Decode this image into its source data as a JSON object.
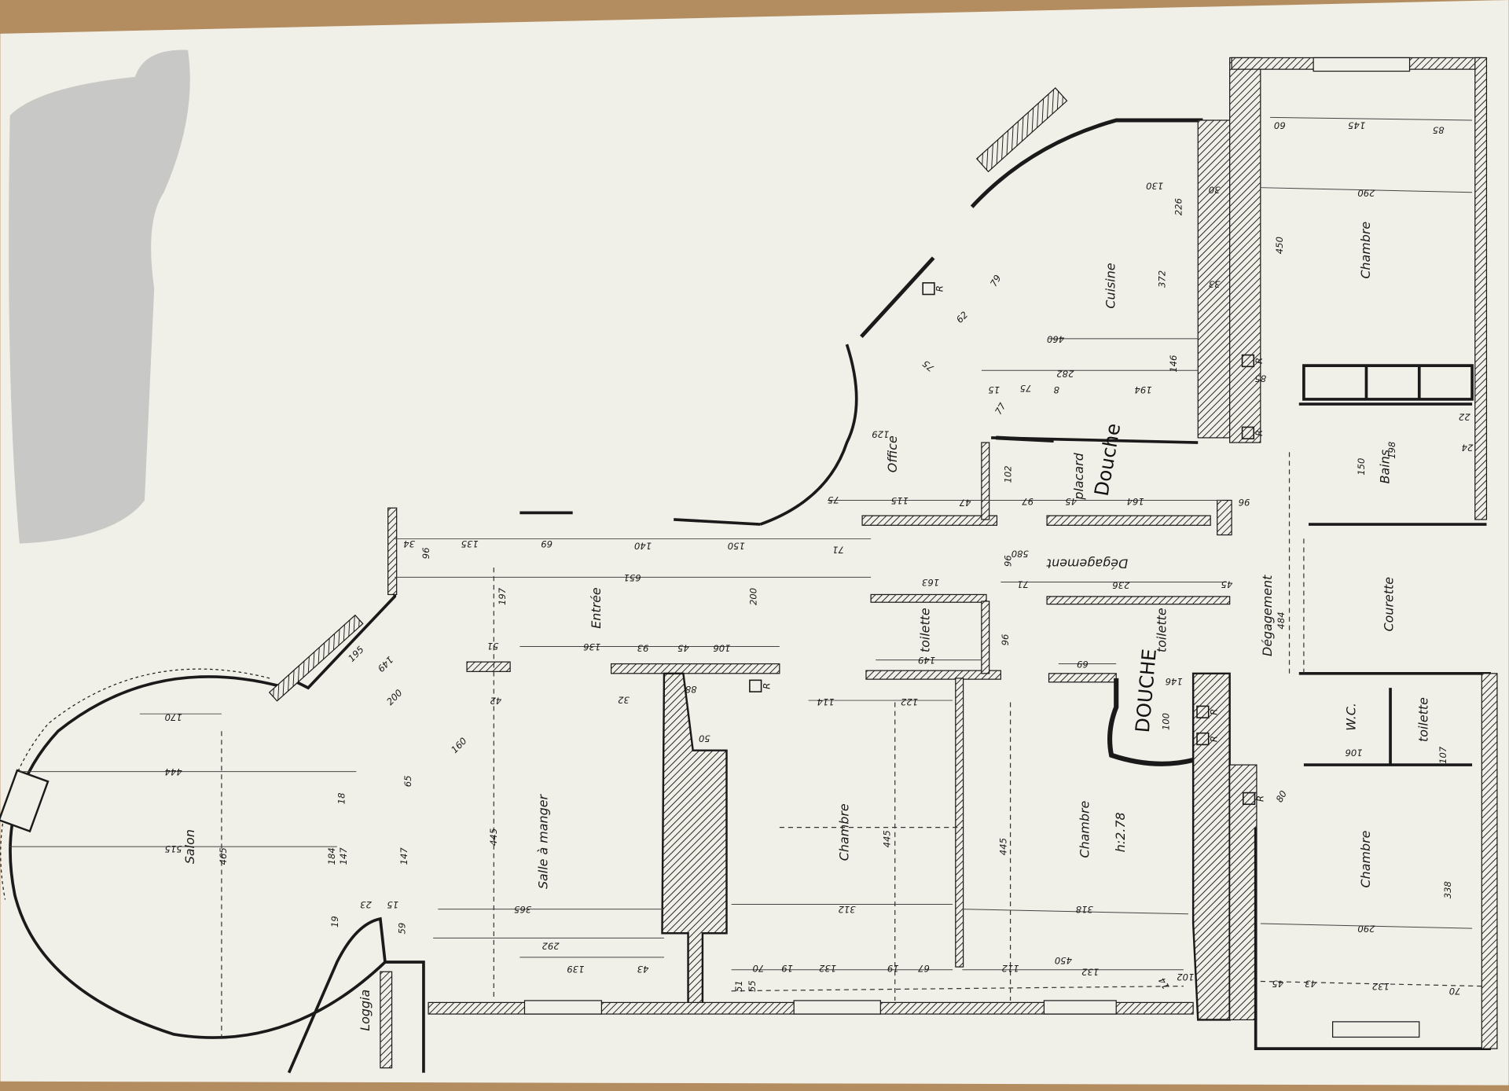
{
  "plan": {
    "rooms": [
      "Salon",
      "Loggia",
      "Salle à manger",
      "Entrée",
      "Office",
      "Cuisine",
      "Chambre",
      "Bains",
      "Courette",
      "Dégagement",
      "W.C.",
      "toilette",
      "Chambre",
      "Chambre",
      "Chambre",
      "toilette",
      "toilette",
      "placard",
      "Dégagement",
      "h:2.78"
    ],
    "handwritten": [
      "Douche",
      "DOUCHE"
    ],
    "dimensions": [
      "60",
      "145",
      "85",
      "290",
      "450",
      "30",
      "130",
      "226",
      "372",
      "33",
      "460",
      "282",
      "146",
      "194",
      "15",
      "8",
      "75",
      "77",
      "75",
      "62",
      "79",
      "129",
      "102",
      "75",
      "115",
      "47",
      "97",
      "45",
      "164",
      "96",
      "22",
      "24",
      "198",
      "150",
      "85",
      "34",
      "96",
      "135",
      "69",
      "140",
      "150",
      "71",
      "651",
      "580",
      "96",
      "163",
      "71",
      "236",
      "45",
      "197",
      "200",
      "195",
      "149",
      "200",
      "51",
      "136",
      "93",
      "45",
      "106",
      "96",
      "149",
      "69",
      "146",
      "484",
      "170",
      "42",
      "32",
      "88",
      "114",
      "122",
      "50",
      "106",
      "107",
      "100",
      "80",
      "160",
      "444",
      "65",
      "18",
      "515",
      "465",
      "184",
      "147",
      "147",
      "445",
      "445",
      "445",
      "365",
      "312",
      "318",
      "290",
      "338",
      "23",
      "15",
      "19",
      "59",
      "292",
      "139",
      "43",
      "70",
      "19",
      "132",
      "19",
      "67",
      "112",
      "450",
      "132",
      "102",
      "14",
      "45",
      "43",
      "132",
      "70",
      "51",
      "55"
    ],
    "fixture_label": "R"
  },
  "colors": {
    "paper": "#f1f0e8",
    "ink": "#1a1a1a",
    "wood": "#b38c60",
    "redaction": "#c8c8c6"
  }
}
